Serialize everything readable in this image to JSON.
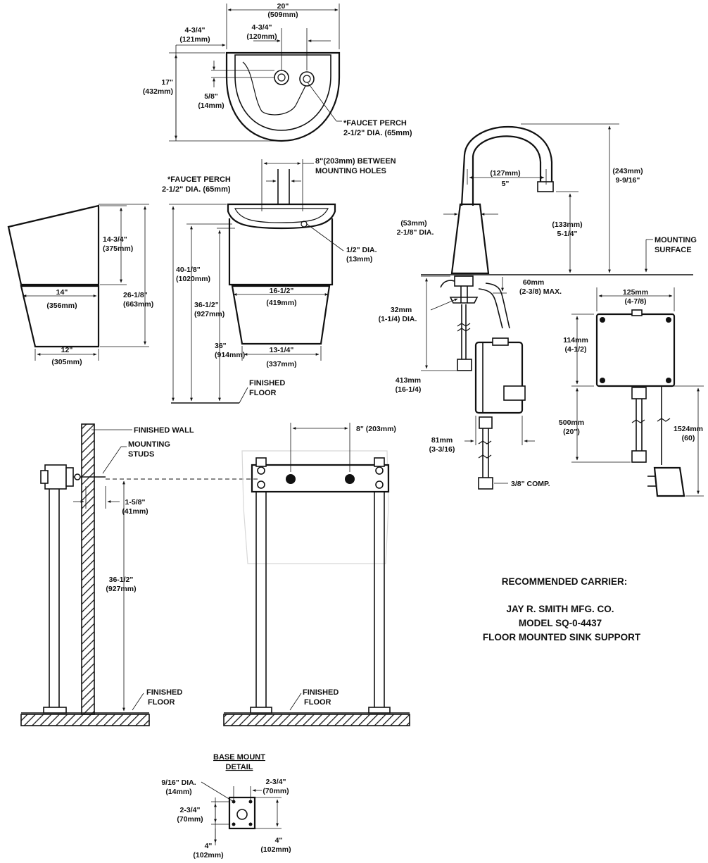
{
  "top_view": {
    "width_in": "20\"",
    "width_mm": "(509mm)",
    "left_in": "4-3/4\"",
    "left_mm": "(121mm)",
    "center_in": "4-3/4\"",
    "center_mm": "(120mm)",
    "depth_in": "17\"",
    "depth_mm": "(432mm)",
    "offset_in": "5/8\"",
    "offset_mm": "(14mm)",
    "perch_line1": "*FAUCET PERCH",
    "perch_line2": "2-1/2\" DIA. (65mm)"
  },
  "front_view": {
    "holes_line1": "8\"(203mm) BETWEEN",
    "holes_line2": "MOUNTING HOLES",
    "perch_line1": "*FAUCET PERCH",
    "perch_line2": "2-1/2\" DIA. (65mm)",
    "drain_in": "1/2\" DIA.",
    "drain_mm": "(13mm)",
    "overall_in": "40-1/8\"",
    "overall_mm": "(1020mm)",
    "rim_in": "36-1/2\"",
    "rim_mm": "(927mm)",
    "floor_in": "36\"",
    "floor_mm": "(914mm)",
    "mid_in": "16-1/2\"",
    "mid_mm": "(419mm)",
    "bottom_in": "13-1/4\"",
    "bottom_mm": "(337mm)",
    "floor_line1": "FINISHED",
    "floor_line2": "FLOOR"
  },
  "side_view": {
    "back_in": "14-3/4\"",
    "back_mm": "(375mm)",
    "height_in": "26-1/8\"",
    "height_mm": "(663mm)",
    "top_in": "14\"",
    "top_mm": "(356mm)",
    "bottom_in": "12\"",
    "bottom_mm": "(305mm)"
  },
  "faucet": {
    "height_mm": "(243mm)",
    "height_in": "9-9/16\"",
    "reach_mm": "(127mm)",
    "reach_in": "5\"",
    "base_mm": "(53mm)",
    "base_in": "2-1/8\" DIA.",
    "spout_mm": "(133mm)",
    "spout_in": "5-1/4\"",
    "mount_line1": "MOUNTING",
    "mount_line2": "SURFACE",
    "max_mm": "60mm",
    "max_in": "(2-3/8) MAX.",
    "shank_mm": "32mm",
    "shank_in": "(1-1/4) DIA.",
    "supply_mm": "413mm",
    "supply_in": "(16-1/4)",
    "box_w_mm": "125mm",
    "box_w_in": "(4-7/8)",
    "box_h_mm": "114mm",
    "box_h_in": "(4-1/2)",
    "cable_mm": "500mm",
    "cable_in": "(20\")",
    "cord_mm": "1524mm",
    "cord_in": "(60)",
    "side_mm": "81mm",
    "side_in": "(3-3/16)",
    "comp": "3/8\" COMP."
  },
  "carrier_side": {
    "wall": "FINISHED WALL",
    "studs_line1": "MOUNTING",
    "studs_line2": "STUDS",
    "offset_in": "1-5/8\"",
    "offset_mm": "(41mm)",
    "height_in": "36-1/2\"",
    "height_mm": "(927mm)",
    "floor_line1": "FINISHED",
    "floor_line2": "FLOOR"
  },
  "carrier_front": {
    "spacing": "8\" (203mm)",
    "floor_line1": "FINISHED",
    "floor_line2": "FLOOR"
  },
  "carrier_note": {
    "line1": "RECOMMENDED CARRIER:",
    "line2": "JAY R. SMITH MFG. CO.",
    "line3": "MODEL SQ-0-4437",
    "line4": "FLOOR MOUNTED SINK SUPPORT"
  },
  "base_mount": {
    "title_line1": "BASE MOUNT",
    "title_line2": "DETAIL",
    "hole_in": "9/16\" DIA.",
    "hole_mm": "(14mm)",
    "top_in": "2-3/4\"",
    "top_mm": "(70mm)",
    "left_in": "2-3/4\"",
    "left_mm": "(70mm)",
    "bottom_left_in": "4\"",
    "bottom_left_mm": "(102mm)",
    "bottom_right_in": "4\"",
    "bottom_right_mm": "(102mm)"
  }
}
